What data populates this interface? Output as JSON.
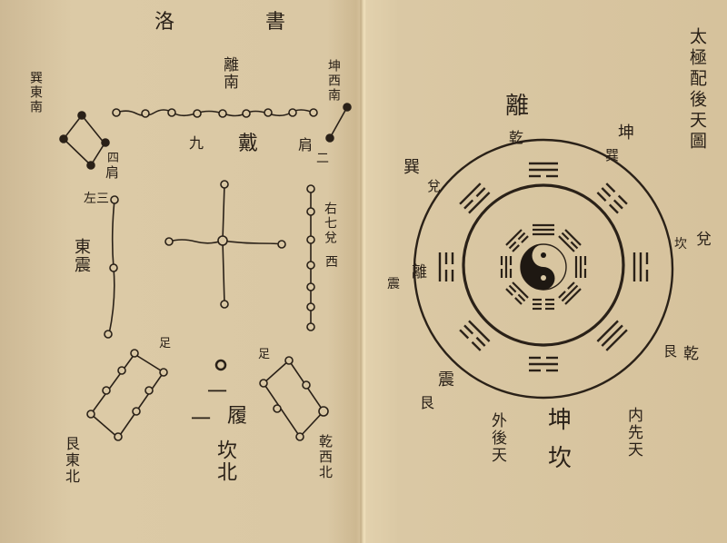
{
  "left_page": {
    "title": "洛書",
    "labels": {
      "south": "離南",
      "nine": "九",
      "dai": "戴",
      "two": "二",
      "shoulder": "肩",
      "four": "四",
      "shoulder_left": "肩",
      "left_three": "左三",
      "east": "東震",
      "right_seven": "右七兌",
      "west": "西",
      "one": "一",
      "lu": "履",
      "kan_north": "坎北",
      "gen_ne": "艮東北",
      "qian_nw": "乾西北",
      "foot_left": "足",
      "foot_right": "足",
      "southwest": "坤西南",
      "southeast": "巽東南"
    }
  },
  "right_page": {
    "title": "太極配後天圖",
    "labels": {
      "top": "離",
      "top_sub": "乾",
      "ne": "坤",
      "ne_sub": "巽",
      "nw": "巽",
      "nw_sub": "兌",
      "east": "兌",
      "east_sub": "坎",
      "west": "離",
      "west_sub": "震",
      "se": "乾",
      "se_sub": "艮",
      "sw": "震",
      "sw_sub": "艮",
      "bottom_1": "坤",
      "bottom_2": "坎",
      "outer": "外後天",
      "inner": "内先天"
    }
  },
  "colors": {
    "paper": "#dac8a4",
    "ink": "#2a2118"
  }
}
